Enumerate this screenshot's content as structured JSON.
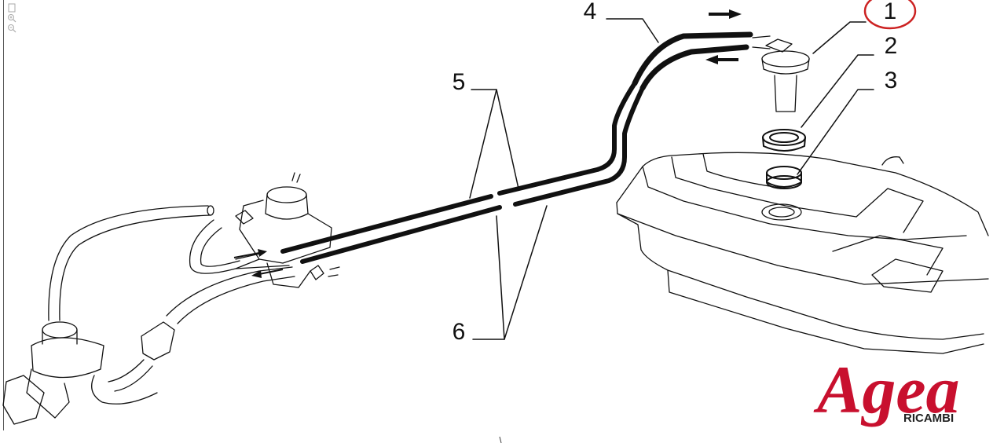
{
  "diagram": {
    "callouts": [
      {
        "id": "1",
        "label": "1",
        "highlighted": true
      },
      {
        "id": "2",
        "label": "2",
        "highlighted": false
      },
      {
        "id": "3",
        "label": "3",
        "highlighted": false
      },
      {
        "id": "4",
        "label": "4",
        "highlighted": false
      },
      {
        "id": "5",
        "label": "5",
        "highlighted": false
      },
      {
        "id": "6",
        "label": "6",
        "highlighted": false
      }
    ],
    "highlight_color": "#cc2222",
    "line_color": "#111111"
  },
  "brand": {
    "name": "Agea",
    "tagline": "RICAMBI",
    "color": "#c8102e"
  },
  "toolbar": {
    "icons": [
      "page-icon",
      "zoom-in-icon",
      "zoom-out-icon"
    ]
  }
}
